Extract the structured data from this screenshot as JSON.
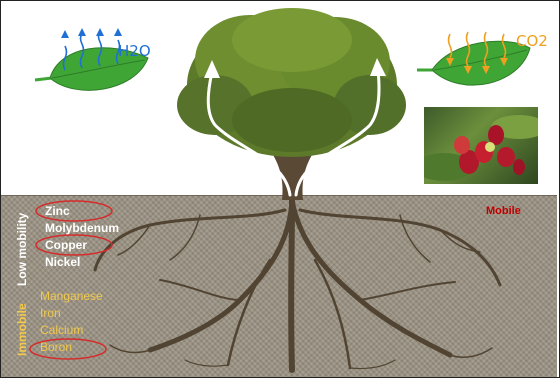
{
  "left_leaf": {
    "label": "H2O"
  },
  "right_leaf": {
    "label": "CO2"
  },
  "side_labels": {
    "low_mobility": "Low mobility",
    "immobile": "Immobile"
  },
  "low_mobility_nutrients": [
    "Zinc",
    "Molybdenum",
    "Copper",
    "Nickel"
  ],
  "immobile_nutrients": [
    "Manganese",
    "Iron",
    "Calcium",
    "Boron"
  ],
  "mobile_label": "Mobile",
  "colors": {
    "leaf": "#3fa535",
    "water_arrow": "#1f6fd6",
    "co2_arrow": "#f0a020",
    "highlight_circle": "#d62b2b",
    "immobile_text": "#f2c94c",
    "mobile_text": "#c00000"
  }
}
